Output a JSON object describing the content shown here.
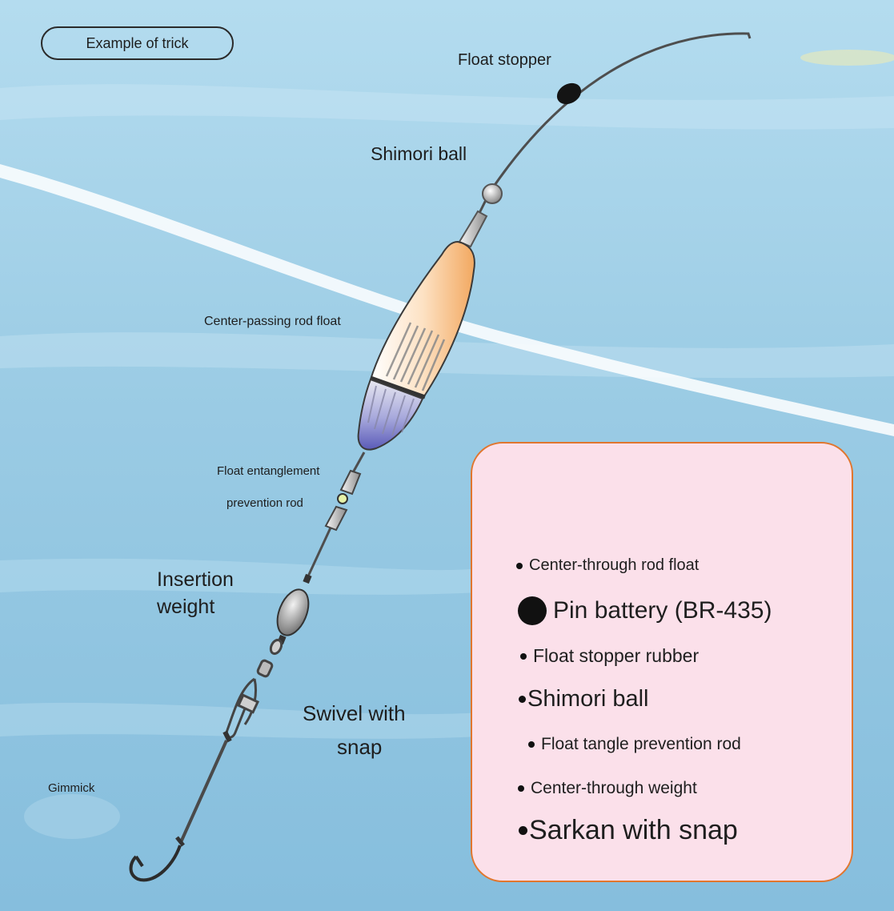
{
  "title": "Example of trick",
  "labels": {
    "float_stopper": "Float stopper",
    "shimori_ball": "Shimori ball",
    "center_passing_rod_float": "Center-passing rod float",
    "float_entanglement": "Float entanglement",
    "prevention_rod": "prevention rod",
    "insertion": "Insertion",
    "weight": "weight",
    "swivel_with": "Swivel with",
    "snap": "snap",
    "gimmick": "Gimmick"
  },
  "legend": {
    "items": [
      "Center-through rod float",
      "Pin battery (BR-435)",
      "Float stopper rubber",
      "Shimori ball",
      "Float tangle prevention rod",
      "Center-through weight",
      "Sarkan with snap"
    ]
  },
  "colors": {
    "water": "#9cc9e3",
    "legend_bg": "#fbe0ea",
    "legend_border": "#e1762e",
    "float_top": "#f6c58a",
    "float_bottom": "#6e6fc4"
  }
}
